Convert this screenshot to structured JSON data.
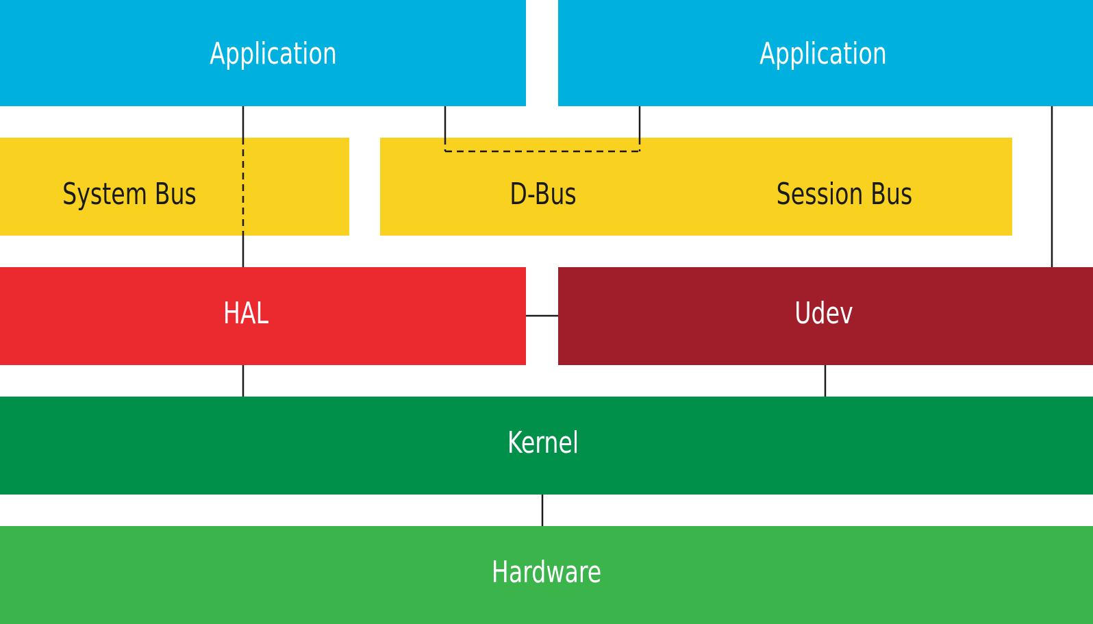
{
  "diagram": {
    "blocks": {
      "application_left": {
        "label": "Application",
        "color": "#00B0DF"
      },
      "application_right": {
        "label": "Application",
        "color": "#00B0DF"
      },
      "system_bus": {
        "label": "System Bus",
        "color": "#F8D121"
      },
      "dbus": {
        "label": "D-Bus",
        "color": "#F8D121"
      },
      "session_bus": {
        "label": "Session Bus",
        "color": "#F8D121"
      },
      "hal": {
        "label": "HAL",
        "color": "#EB2A2F"
      },
      "udev": {
        "label": "Udev",
        "color": "#A01D2A"
      },
      "kernel": {
        "label": "Kernel",
        "color": "#00904A"
      },
      "hardware": {
        "label": "Hardware",
        "color": "#3AB44B"
      }
    },
    "line_color": "#1a1a1a"
  }
}
